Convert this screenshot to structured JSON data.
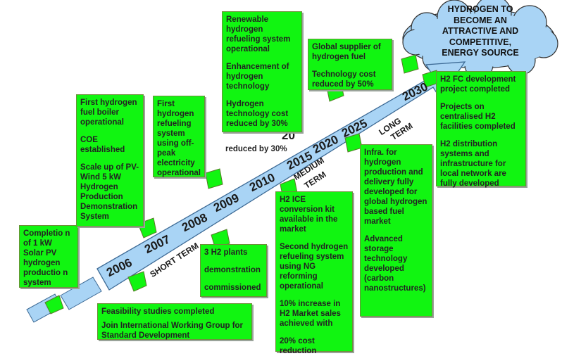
{
  "cloud": [
    "HYDROGEN TO",
    "BECOME AN",
    "ATTRACTIVE AND",
    "COMPETITIVE,",
    "ENERGY SOURCE"
  ],
  "years": [
    "2006",
    "2007",
    "2008",
    "2009",
    "2010",
    "2015",
    "2020",
    "2025",
    "2030",
    "20"
  ],
  "terms": {
    "short": "SHORT TERM",
    "medium_1": "MEDIUM",
    "medium_2": "TERM",
    "long_1": "LONG",
    "long_2": "TERM"
  },
  "floating_text": "reduced by 30%",
  "boxes": {
    "solar": [
      "Completio n of 1 kW Solar PV hydrogen productio n system"
    ],
    "boiler": [
      "First hydrogen fuel boiler operational",
      "COE established",
      "Scale up of PV-Wind 5 kW Hydrogen Production Demonstration System"
    ],
    "refueling": [
      "First hydrogen refueling system using off-peak electricity operational"
    ],
    "renewable": [
      "Renewable hydrogen refueling system operational",
      "Enhancement of hydrogen technology",
      "Hydrogen technology cost reduced by 30%"
    ],
    "global": [
      "Global supplier of hydrogen fuel",
      "Technology cost reduced by 50%"
    ],
    "h2fc": [
      "H2 FC development project completed",
      "Projects on centralised H2 facilities completed",
      "H2 distribution systems and infrastructure for local network are fully developed"
    ],
    "infra": [
      "Infra. for hydrogen production and delivery fully developed for global hydrogen based fuel market",
      "Advanced storage technology developed (carbon nanostructures)"
    ],
    "ice": [
      "H2 ICE conversion kit available in the market",
      "Second hydrogen refueling system using NG reforming operational",
      "10% increase in H2 Market sales achieved with",
      "20% cost reduction"
    ],
    "plants": [
      "3 H2 plants",
      "demonstration",
      "commissioned"
    ],
    "feasibility": [
      "Feasibility studies completed",
      "Join International Working Group for Standard Development"
    ]
  },
  "colors": {
    "box_fill": "#11f511",
    "arrow_fill": "#a9d4f5",
    "cloud_fill": "#a9d4f5"
  }
}
